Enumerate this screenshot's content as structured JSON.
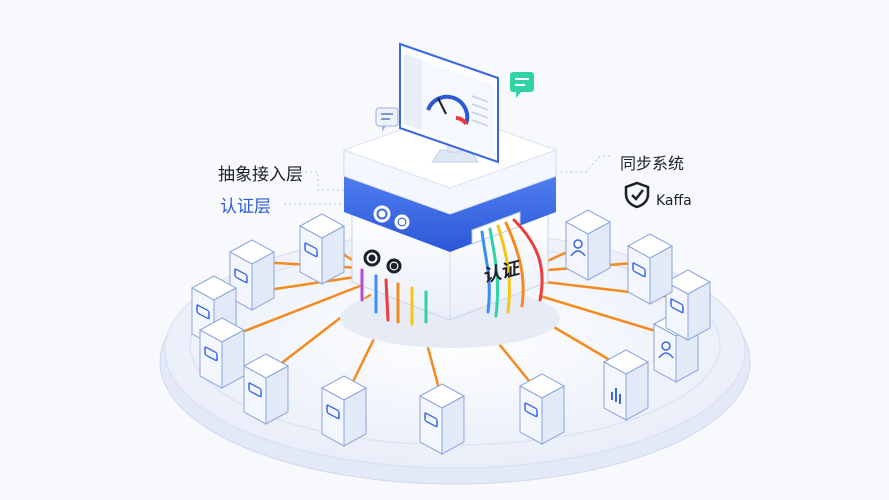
{
  "labels": {
    "abstract_layer": "抽象接入层",
    "auth_layer": "认证层",
    "sync_system": "同步系统",
    "kaffa": "Kaffa",
    "auth_box": "认证"
  },
  "icons": {
    "monitor": "dashboard-monitor-icon",
    "chat_gray": "chat-bubble-icon",
    "chat_green": "chat-bubble-icon",
    "gear": "gear-icon",
    "shield": "shield-check-icon",
    "server": "server-box-icon",
    "user": "user-icon",
    "chart": "bar-chart-icon"
  },
  "colors": {
    "background": "#f7f9fd",
    "platform": "#eef2fb",
    "blue_band": "#3a67e6",
    "accent_green": "#2fd3a6",
    "line_orange": "#f58a1f",
    "line_yellow": "#f5c518",
    "line_red": "#ef3b3b",
    "line_blue": "#3a8ef0",
    "line_purple": "#b44bd8"
  }
}
